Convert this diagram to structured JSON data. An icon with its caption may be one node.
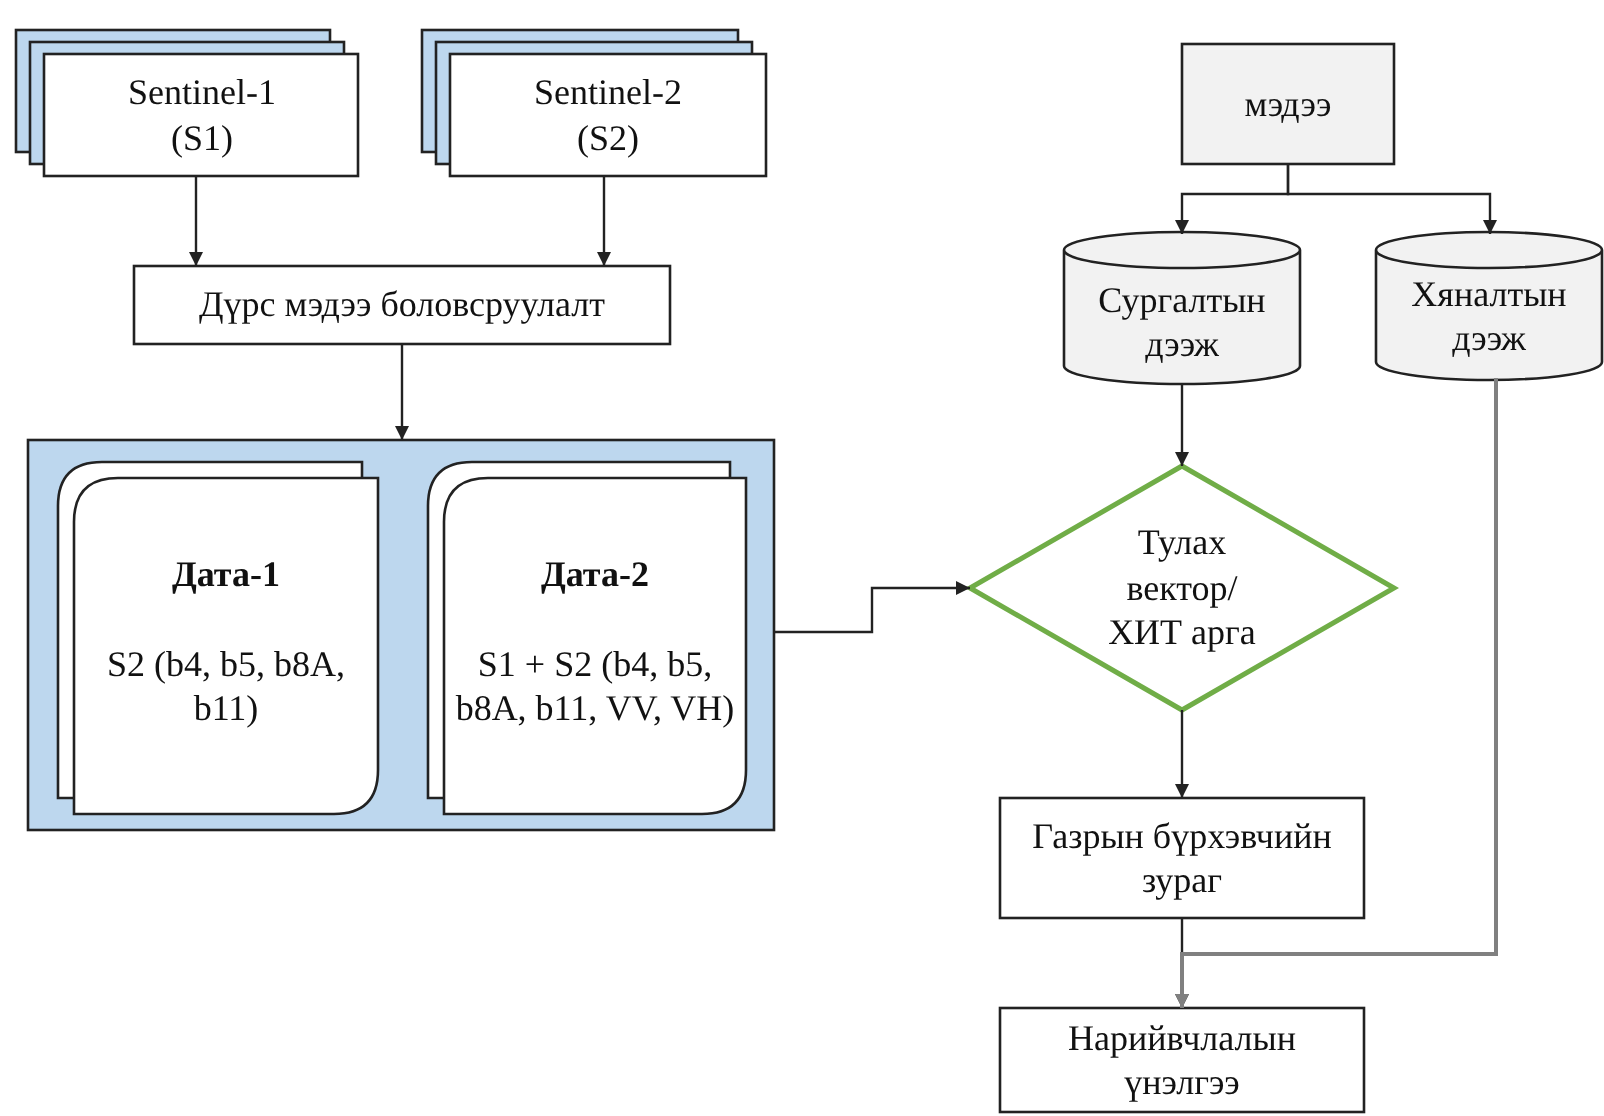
{
  "diagram": {
    "nodes": [
      {
        "text": [
          "Sentinel-1 (S1)"
        ]
      },
      {
        "text": [
          "Sentinel-2 (S2)"
        ]
      },
      {
        "text": [
          "Дүрс мэдээ боловсруулалт"
        ]
      },
      {
        "text": [],
        "shape": "box"
      },
      {
        "text": [
          "Дата-1",
          "S2 (b4, b5, b8A, b11)"
        ],
        "in": 3
      },
      {
        "text": [
          "Дата-2",
          "S1 + S2 (b4, b5, b8A, b11, VV, VH)"
        ],
        "in": 3
      },
      {
        "text": [
          "мэдээ"
        ]
      },
      {
        "text": [
          "Сургалтын дээж"
        ]
      },
      {
        "text": [
          "Хяналтын дээж"
        ]
      },
      {
        "text": [
          "Тулах вектор/ ХИТ арга"
        ]
      },
      {
        "text": [
          "Газрын бүрхэвчийн зураг"
        ]
      },
      {
        "text": [
          "Нарийвчлалын үнэлгээ"
        ]
      }
    ],
    "edges": [
      {
        "from": 0,
        "to": 2,
        "arrow": "to"
      },
      {
        "from": 1,
        "to": 2,
        "arrow": "to"
      },
      {
        "from": 2,
        "to": 3,
        "arrow": "to"
      },
      {
        "from": 3,
        "to": 9,
        "arrow": "to"
      },
      {
        "from": 6,
        "to": 7,
        "arrow": "to"
      },
      {
        "from": 6,
        "to": 8,
        "arrow": "to"
      },
      {
        "from": 7,
        "to": 9,
        "arrow": "to"
      },
      {
        "from": 9,
        "to": 10,
        "arrow": "to"
      },
      {
        "from": 10,
        "to": 11,
        "arrow": "to"
      },
      {
        "from": 8,
        "to": 11,
        "arrow": "to",
        "color": "#808080"
      }
    ]
  }
}
